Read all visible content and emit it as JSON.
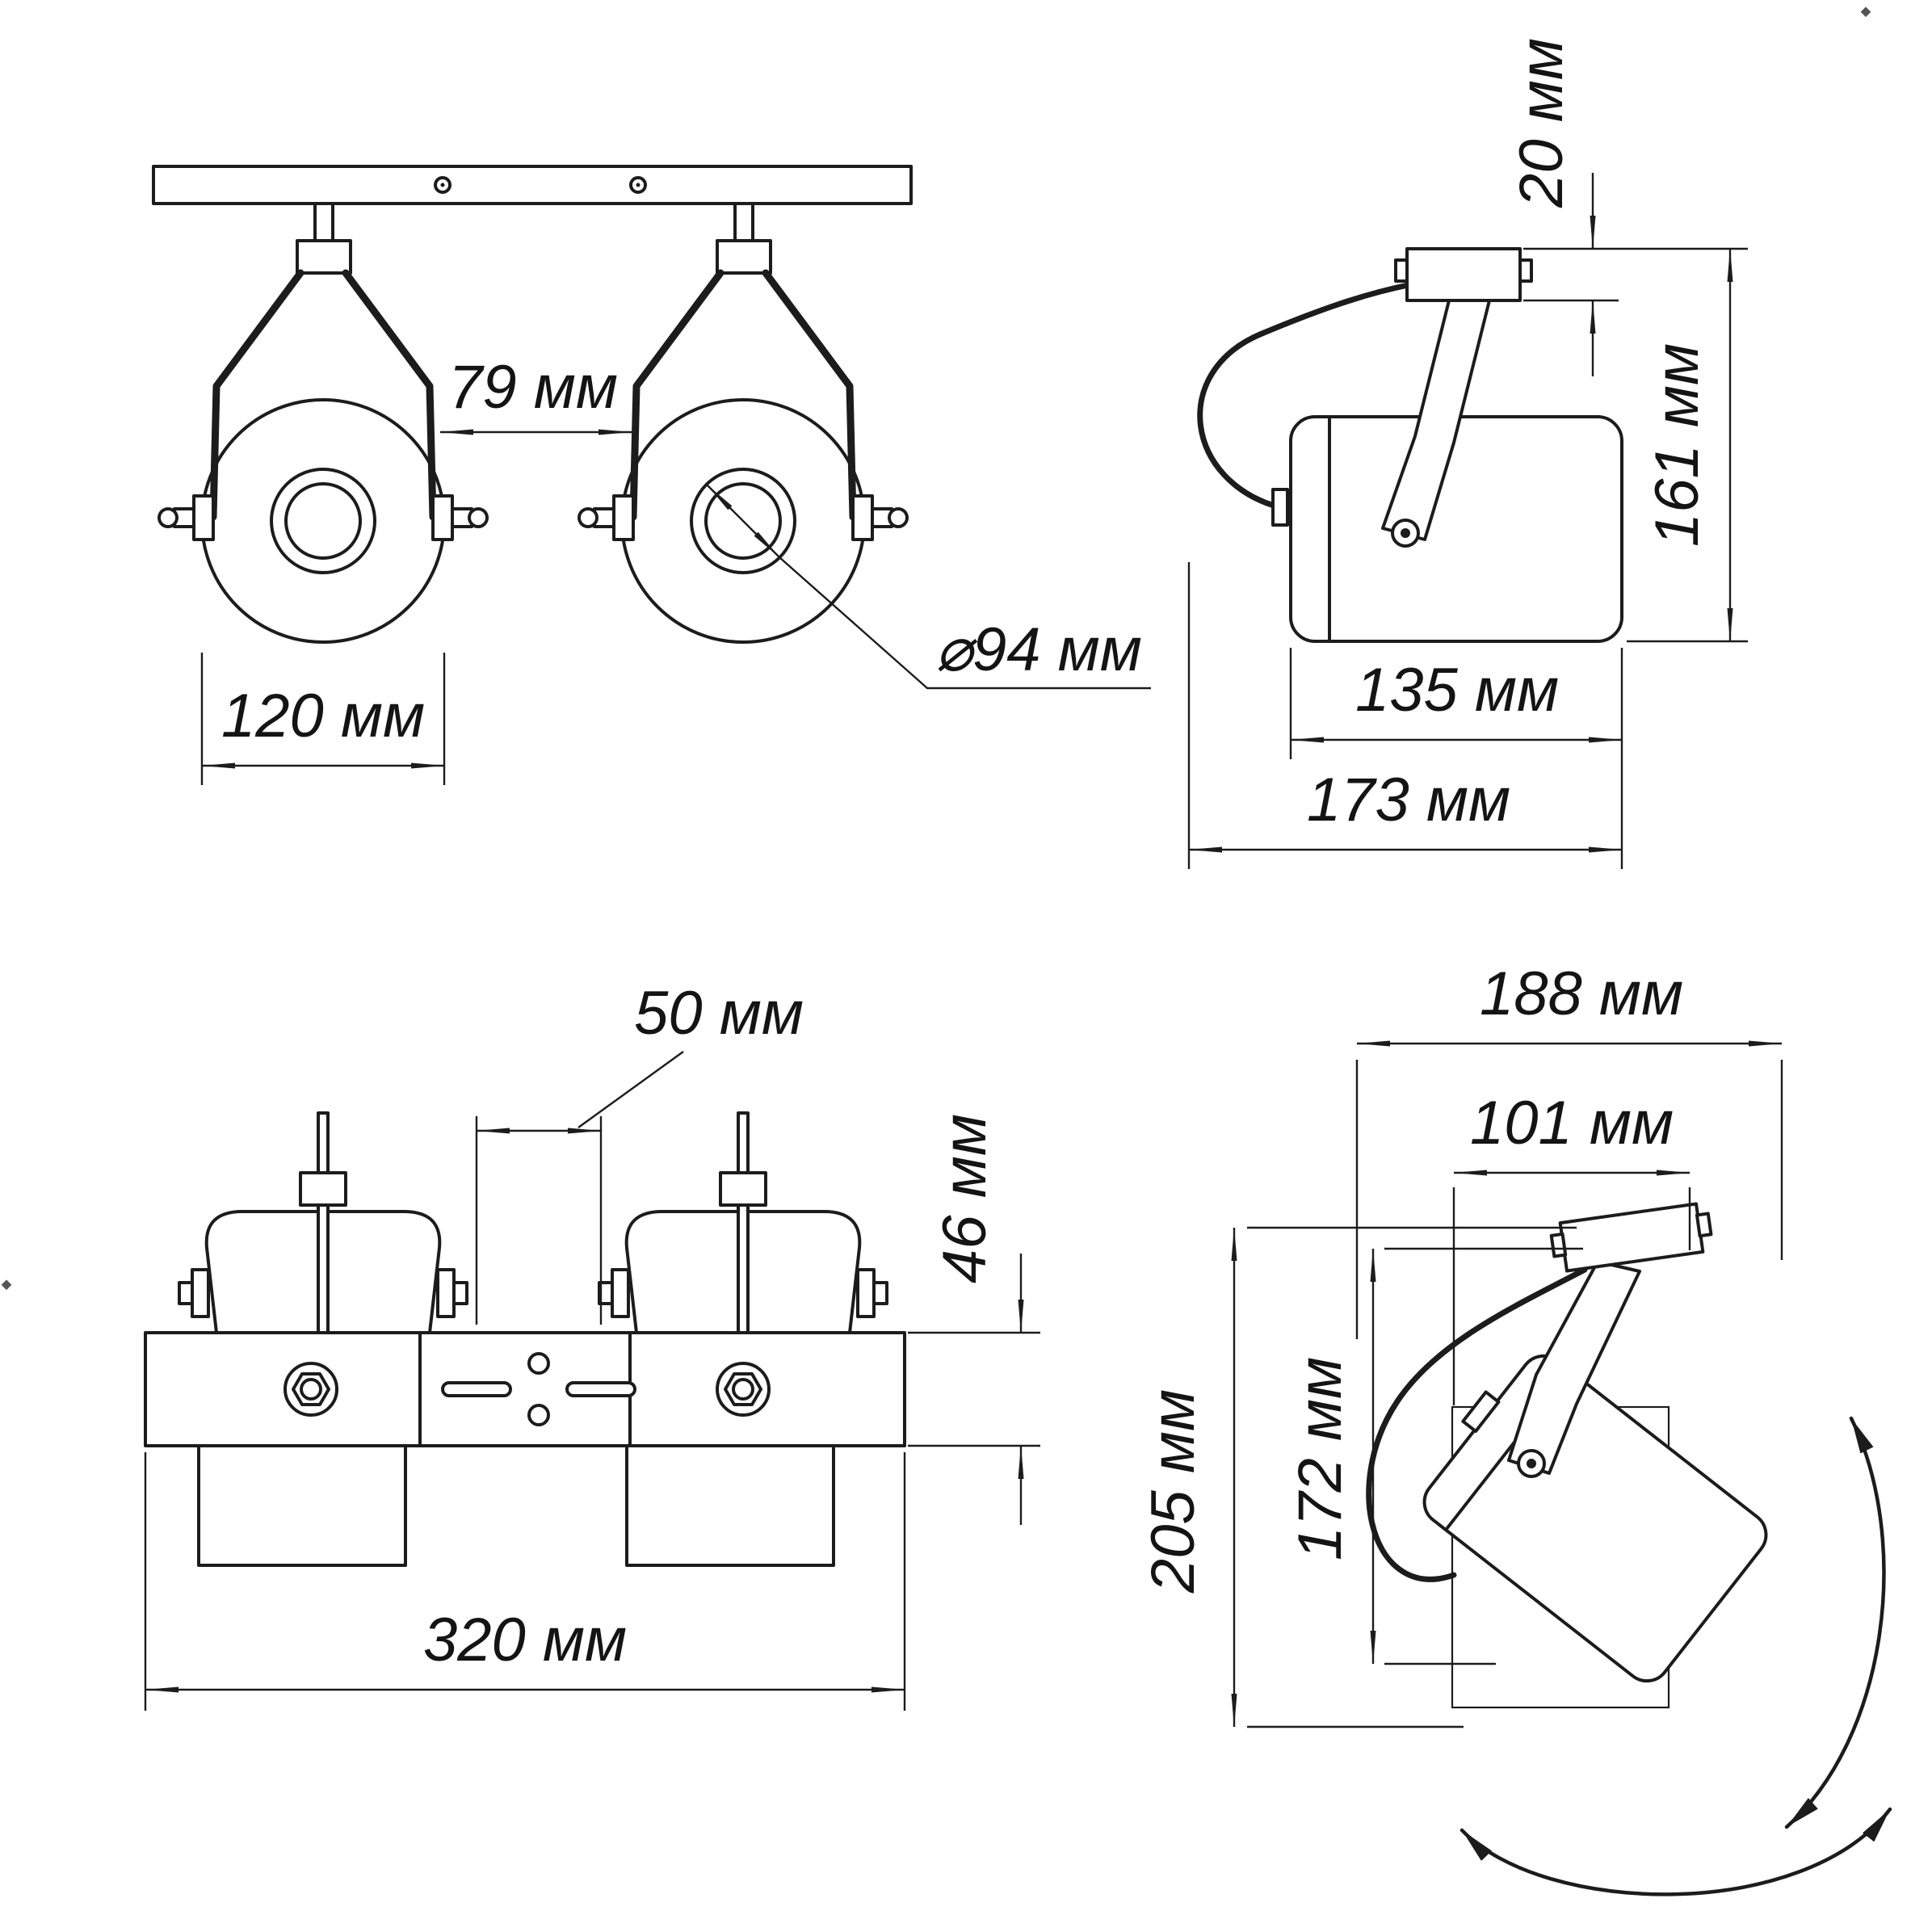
{
  "drawing": {
    "front_view": {
      "gap": "79 мм",
      "lens_diameter": "⌀94 мм",
      "spot_width": "120 мм"
    },
    "side_view": {
      "plate_thickness": "20 мм",
      "overall_height": "161 мм",
      "body_length": "135 мм",
      "overall_depth": "173 мм"
    },
    "top_view": {
      "mount_gap": "50 мм",
      "bar_height": "46 мм",
      "overall_width": "320 мм"
    },
    "tilt_view": {
      "max_reach": "188 мм",
      "plate_span": "101 мм",
      "overall_height": "205 мм",
      "body_drop": "172 мм"
    }
  }
}
